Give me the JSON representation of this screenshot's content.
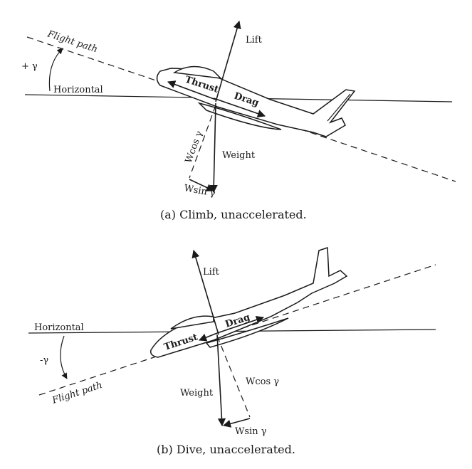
{
  "diagram_a": {
    "flight_path": "Flight path",
    "angle": "+ γ",
    "horizontal": "Horizontal",
    "lift": "Lift",
    "thrust": "Thrust",
    "drag": "Drag",
    "wcos": "Wcos γ",
    "weight": "Weight",
    "wsin": "Wsin γ",
    "caption": "(a) Climb, unaccelerated."
  },
  "diagram_b": {
    "lift": "Lift",
    "horizontal": "Horizontal",
    "drag": "Drag",
    "thrust": "Thrust",
    "angle": "-γ",
    "flight_path": "Flight path",
    "weight": "Weight",
    "wcos": "Wcos γ",
    "wsin": "Wsin γ",
    "caption": "(b) Dive, unaccelerated."
  },
  "colors": {
    "ink": "#1a1a1a",
    "paper": "#ffffff"
  }
}
